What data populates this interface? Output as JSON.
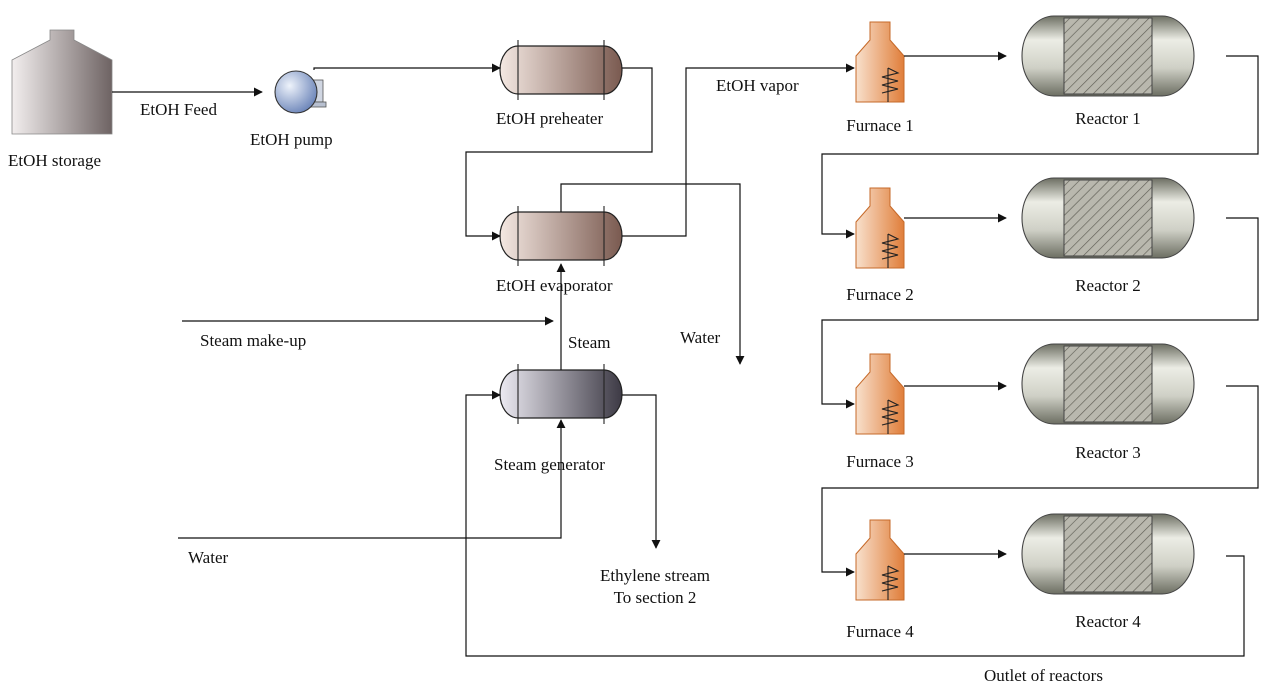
{
  "labels": {
    "storage": "EtOH storage",
    "feed": "EtOH Feed",
    "pump": "EtOH pump",
    "preheater": "EtOH preheater",
    "evaporator": "EtOH evaporator",
    "vapor": "EtOH vapor",
    "steam_makeup": "Steam make-up",
    "steam": "Steam",
    "water_evap": "Water",
    "steam_generator": "Steam generator",
    "water_in": "Water",
    "ethylene_line1": "Ethylene stream",
    "ethylene_line2": "To section 2",
    "outlet": "Outlet of reactors"
  },
  "furnaces": [
    "Furnace 1",
    "Furnace 2",
    "Furnace 3",
    "Furnace 4"
  ],
  "reactors": [
    "Reactor 1",
    "Reactor 2",
    "Reactor 3",
    "Reactor 4"
  ],
  "colors": {
    "storage_light": "#f2eeee",
    "storage_dark": "#6e6363",
    "pump_light": "#dfe8f5",
    "pump_dark": "#5a76b0",
    "preheater_light": "#f4e8e2",
    "preheater_dark": "#7a5a50",
    "generator_light": "#eceaf2",
    "generator_dark": "#3d3a45",
    "furnace_light": "#f8e0cc",
    "furnace_dark": "#e07e3a",
    "reactor_light": "#ecede5",
    "reactor_dark": "#6c6e62"
  }
}
